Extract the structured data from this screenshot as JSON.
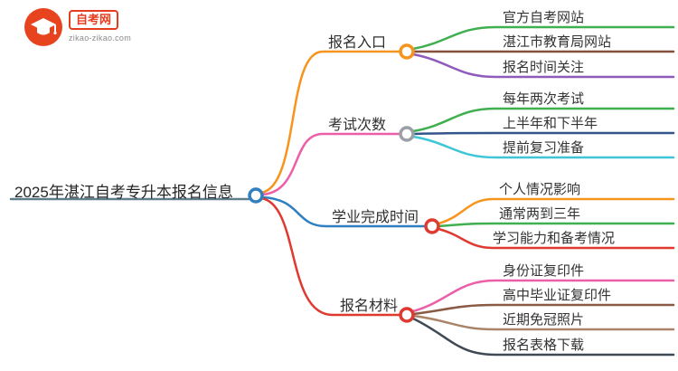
{
  "logo": {
    "brand": "自考网",
    "domain": "zikao-zikao.com"
  },
  "title": "2025年湛江自考专升本报名信息",
  "colors": {
    "logo_red": "#e63c1e",
    "center_line": "#607d8b",
    "center_dot": "#2f7fc1",
    "orange": "#f7941d",
    "pink": "#ec5fa8",
    "blue": "#2f7fc1",
    "red": "#e0392f",
    "green": "#3faf50",
    "dark_brown": "#85503c",
    "purple": "#8e5bbd",
    "navy": "#34558b",
    "cyan": "#3ec6d8",
    "gray": "#9aa0a6",
    "brown": "#8a5a44",
    "light_brown": "#a98468",
    "dark": "#3f4a56"
  },
  "branches": [
    {
      "label": "报名入口",
      "children": [
        "官方自考网站",
        "湛江市教育局网站",
        "报名时间关注"
      ]
    },
    {
      "label": "考试次数",
      "children": [
        "每年两次考试",
        "上半年和下半年",
        "提前复习准备"
      ]
    },
    {
      "label": "学业完成时间",
      "children": [
        "个人情况影响",
        "通常两到三年",
        "学习能力和备考情况"
      ]
    },
    {
      "label": "报名材料",
      "children": [
        "身份证复印件",
        "高中毕业证复印件",
        "近期免冠照片",
        "报名表格下载"
      ]
    }
  ]
}
